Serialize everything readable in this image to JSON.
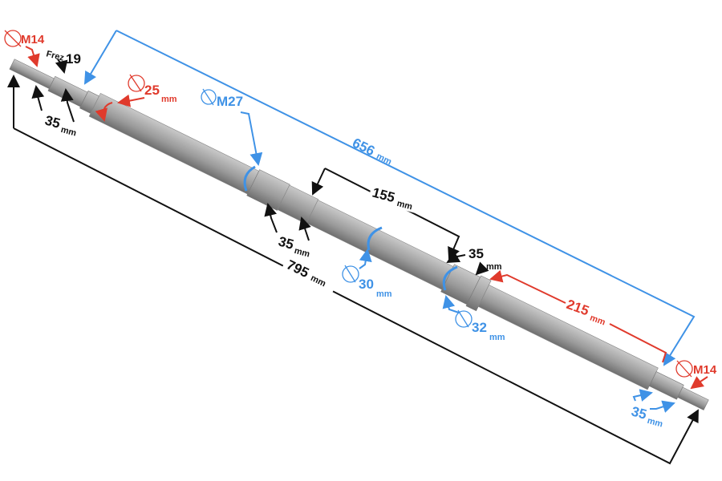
{
  "labels": {
    "thread_left": "M14",
    "frez": "Frez",
    "frez_count": "19",
    "spline_left_len": "35",
    "dia_25": "25",
    "dia_m27": "M27",
    "len_656": "656",
    "len_155": "155",
    "spline_mid_len": "35",
    "dia_30": "30",
    "spline_right_len": "35",
    "dia_32": "32",
    "len_215": "215",
    "len_795": "795",
    "thread_right": "M14",
    "spline_end_len": "35",
    "unit": "mm"
  },
  "colors": {
    "red": "#e03a2c",
    "blue": "#3f92e6",
    "black": "#111111"
  }
}
